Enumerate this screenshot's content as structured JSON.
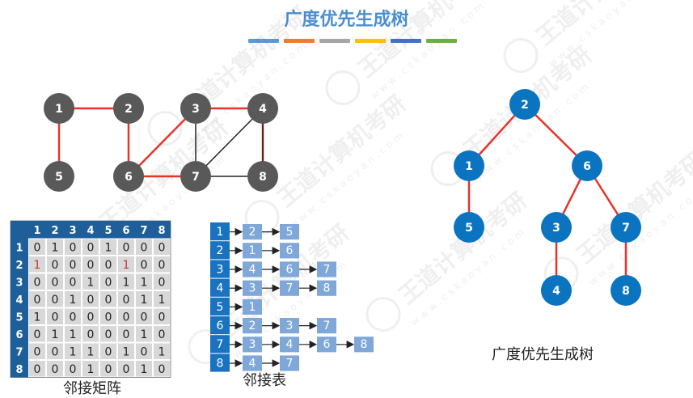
{
  "title": "广度优先生成树",
  "title_bar_colors": [
    "#5b9bd5",
    "#ed7d31",
    "#a5a5a5",
    "#ffc000",
    "#4472c4",
    "#70ad47"
  ],
  "colors": {
    "node_gray": "#595959",
    "node_blue": "#0b74c0",
    "edge_red": "#e8322a",
    "edge_black": "#222222",
    "matrix_header": "#1f5f99",
    "matrix_cell": "#d8d8d8",
    "matrix_highlight": "#c0392b",
    "list_head": "#1a73c0",
    "list_node": "#7fa8d8"
  },
  "graph": {
    "nodes": [
      "1",
      "2",
      "3",
      "4",
      "5",
      "6",
      "7",
      "8"
    ],
    "edges": [
      {
        "from": "1",
        "to": "2",
        "color": "red"
      },
      {
        "from": "1",
        "to": "5",
        "color": "red"
      },
      {
        "from": "2",
        "to": "6",
        "color": "red"
      },
      {
        "from": "3",
        "to": "4",
        "color": "red"
      },
      {
        "from": "3",
        "to": "6",
        "color": "red"
      },
      {
        "from": "6",
        "to": "7",
        "color": "red"
      },
      {
        "from": "4",
        "to": "8",
        "color": "red"
      },
      {
        "from": "3",
        "to": "7",
        "color": "black"
      },
      {
        "from": "4",
        "to": "7",
        "color": "black"
      },
      {
        "from": "7",
        "to": "8",
        "color": "black"
      },
      {
        "from": "4",
        "to": "8",
        "color": "black"
      }
    ]
  },
  "matrix": {
    "caption": "邻接矩阵",
    "headers": [
      "1",
      "2",
      "3",
      "4",
      "5",
      "6",
      "7",
      "8"
    ],
    "rows": [
      [
        "0",
        "1",
        "0",
        "0",
        "1",
        "0",
        "0",
        "0"
      ],
      [
        "1",
        "0",
        "0",
        "0",
        "0",
        "1",
        "0",
        "0"
      ],
      [
        "0",
        "0",
        "0",
        "1",
        "0",
        "1",
        "1",
        "0"
      ],
      [
        "0",
        "0",
        "1",
        "0",
        "0",
        "0",
        "1",
        "1"
      ],
      [
        "1",
        "0",
        "0",
        "0",
        "0",
        "0",
        "0",
        "0"
      ],
      [
        "0",
        "1",
        "1",
        "0",
        "0",
        "0",
        "1",
        "0"
      ],
      [
        "0",
        "0",
        "1",
        "1",
        "0",
        "1",
        "0",
        "1"
      ],
      [
        "0",
        "0",
        "0",
        "1",
        "0",
        "0",
        "1",
        "0"
      ]
    ],
    "highlights": [
      [
        1,
        0
      ],
      [
        1,
        5
      ]
    ]
  },
  "adjacency_list": {
    "caption": "邻接表",
    "rows": [
      {
        "head": "1",
        "items": [
          "2",
          "5"
        ]
      },
      {
        "head": "2",
        "items": [
          "1",
          "6"
        ]
      },
      {
        "head": "3",
        "items": [
          "4",
          "6",
          "7"
        ]
      },
      {
        "head": "4",
        "items": [
          "3",
          "7",
          "8"
        ]
      },
      {
        "head": "5",
        "items": [
          "1"
        ]
      },
      {
        "head": "6",
        "items": [
          "2",
          "3",
          "7"
        ]
      },
      {
        "head": "7",
        "items": [
          "3",
          "4",
          "6",
          "8"
        ]
      },
      {
        "head": "8",
        "items": [
          "4",
          "7"
        ]
      }
    ]
  },
  "bfs_tree": {
    "caption": "广度优先生成树",
    "nodes": [
      "2",
      "1",
      "6",
      "5",
      "3",
      "7",
      "4",
      "8"
    ],
    "edges": [
      [
        "2",
        "1"
      ],
      [
        "2",
        "6"
      ],
      [
        "1",
        "5"
      ],
      [
        "6",
        "3"
      ],
      [
        "6",
        "7"
      ],
      [
        "3",
        "4"
      ],
      [
        "7",
        "8"
      ]
    ]
  },
  "watermark": {
    "text": "王道计算机考研",
    "url_text": "www.cskaoyan.com"
  }
}
